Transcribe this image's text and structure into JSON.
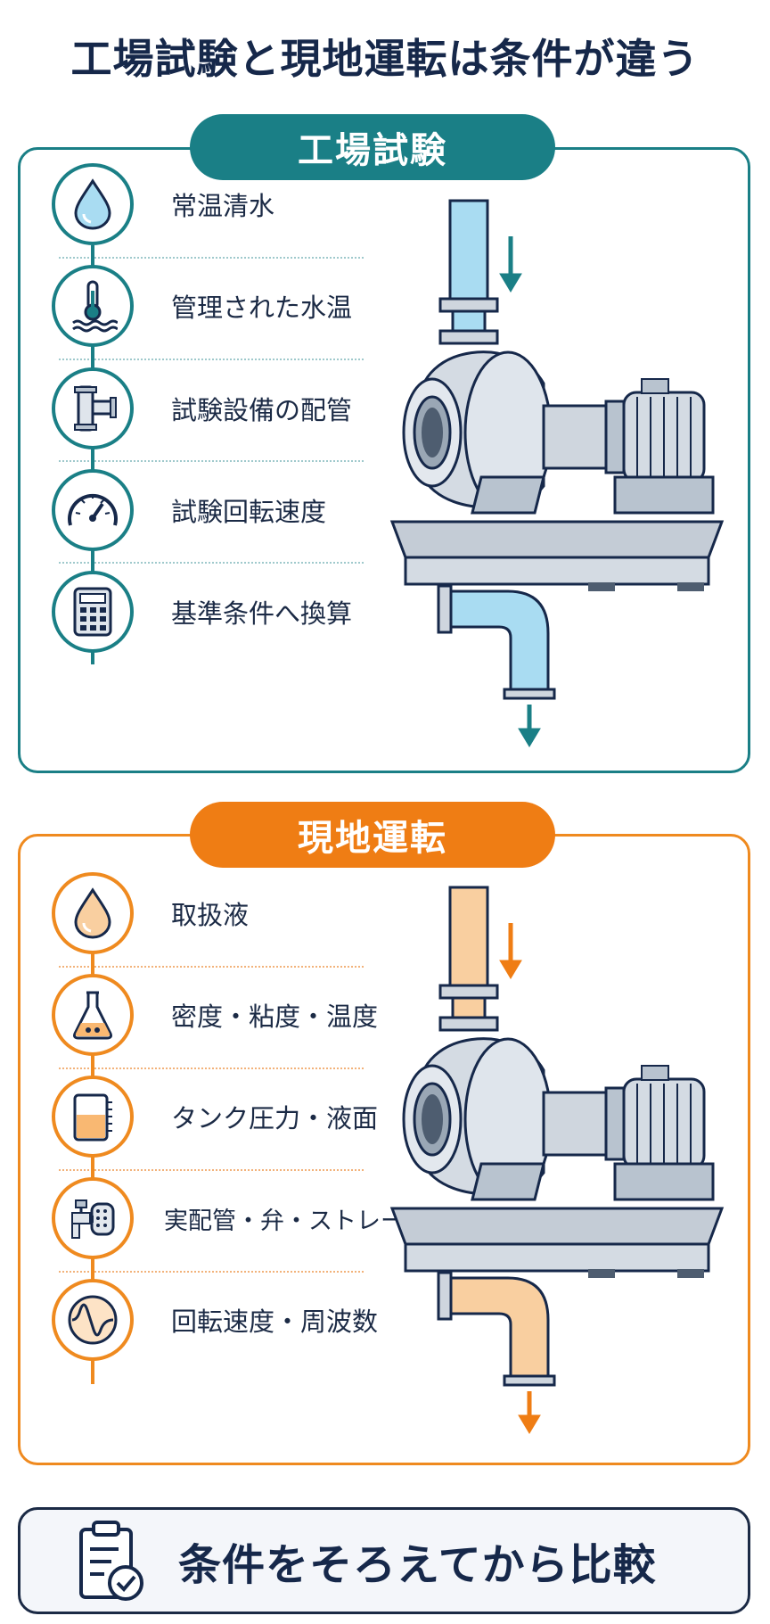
{
  "title": "工場試験と現地運転は条件が違う",
  "factory": {
    "heading": "工場試験",
    "items": [
      {
        "label": "常温清水",
        "icon": "water-drop-icon"
      },
      {
        "label": "管理された水温",
        "icon": "thermometer-icon"
      },
      {
        "label": "試験設備の配管",
        "icon": "pipe-icon"
      },
      {
        "label": "試験回転速度",
        "icon": "gauge-icon"
      },
      {
        "label": "基準条件へ換算",
        "icon": "calculator-icon"
      }
    ]
  },
  "site": {
    "heading": "現地運転",
    "items": [
      {
        "label": "取扱液",
        "icon": "liquid-drop-icon"
      },
      {
        "label": "密度・粘度・温度",
        "icon": "flask-icon"
      },
      {
        "label": "タンク圧力・液面",
        "icon": "tank-icon"
      },
      {
        "label": "実配管・弁・ストレーナ",
        "icon": "valve-strainer-icon"
      },
      {
        "label": "回転速度・周波数",
        "icon": "waveform-icon"
      }
    ]
  },
  "footer": {
    "text": "条件をそろえてから比較",
    "icon": "checklist-icon"
  },
  "colors": {
    "teal": "#1a7f86",
    "orange": "#ef8a1f",
    "navy": "#16284a",
    "factory_water": "#a9dcf2",
    "site_liquid": "#f9cfa0"
  }
}
